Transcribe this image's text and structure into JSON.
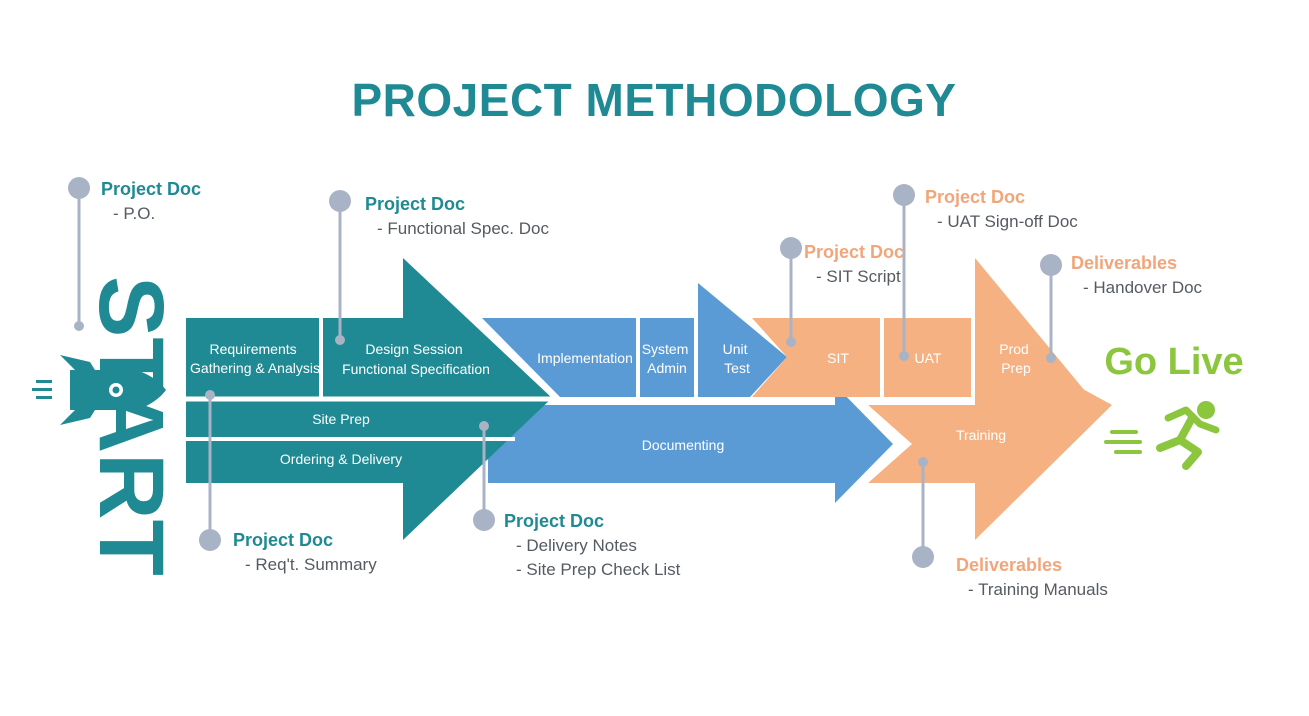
{
  "title": "PROJECT METHODOLOGY",
  "start_label": "START",
  "go_live_label": "Go Live",
  "stages": {
    "requirements": [
      "Requirements",
      "Gathering & Analysis"
    ],
    "design": [
      "Design Session",
      "Functional Specification"
    ],
    "implementation": "Implementation",
    "system_admin": [
      "System",
      "Admin"
    ],
    "unit_test": [
      "Unit",
      "Test"
    ],
    "sit": "SIT",
    "uat": "UAT",
    "prod_prep": [
      "Prod",
      "Prep"
    ],
    "site_prep": "Site Prep",
    "ordering_delivery": "Ordering & Delivery",
    "documenting": "Documenting",
    "training": "Training"
  },
  "callouts": {
    "po": {
      "heading": "Project Doc",
      "lines": [
        "- P.O."
      ]
    },
    "functional_spec": {
      "heading": "Project Doc",
      "lines": [
        "- Functional Spec. Doc"
      ]
    },
    "req_summary": {
      "heading": "Project Doc",
      "lines": [
        "- Req't. Summary"
      ]
    },
    "delivery_notes": {
      "heading": "Project Doc",
      "lines": [
        "- Delivery Notes",
        "- Site Prep Check List"
      ]
    },
    "sit_script": {
      "heading": "Project Doc",
      "lines": [
        "- SIT Script"
      ]
    },
    "uat_signoff": {
      "heading": "Project Doc",
      "lines": [
        "- UAT Sign-off Doc"
      ]
    },
    "handover": {
      "heading": "Deliverables",
      "lines": [
        "- Handover Doc"
      ]
    },
    "training_manuals": {
      "heading": "Deliverables",
      "lines": [
        "- Training Manuals"
      ]
    }
  },
  "colors": {
    "teal": "#1f8a94",
    "blue": "#5b9bd5",
    "orange": "#f6b183",
    "green": "#8cc63f",
    "pin": "#a9b3c6",
    "text_gray": "#555b61"
  },
  "icons": [
    "rocket-icon",
    "running-person-icon"
  ]
}
